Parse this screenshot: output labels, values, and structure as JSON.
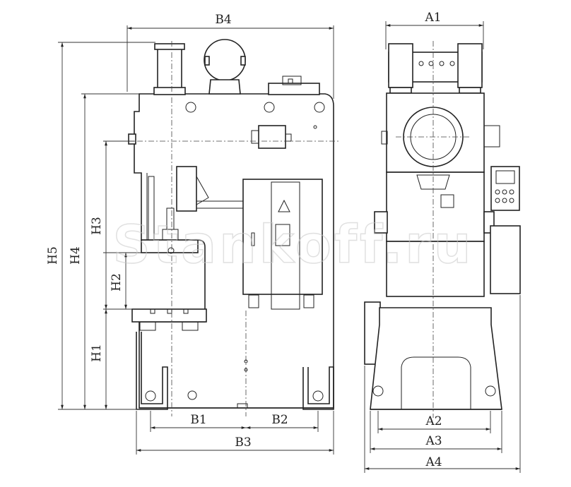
{
  "watermark": "Stankoff.ru",
  "front_view": {
    "width_top": "B4",
    "heights": [
      "H5",
      "H4",
      "H3",
      "H2",
      "H1"
    ],
    "bottom": [
      "B1",
      "B2",
      "B3"
    ]
  },
  "side_view": {
    "width_top": "A1",
    "bottom": [
      "A2",
      "A3",
      "A4"
    ]
  }
}
